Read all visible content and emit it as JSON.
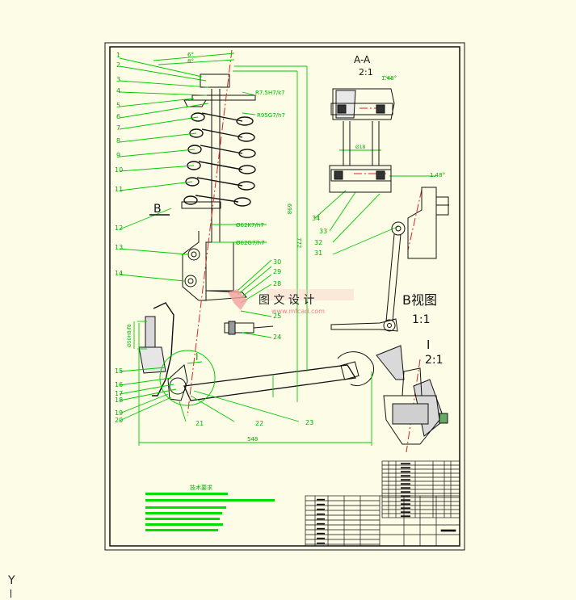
{
  "balloons": [
    "1",
    "2",
    "3",
    "4",
    "5",
    "6",
    "7",
    "8",
    "9",
    "10",
    "11",
    "12",
    "13",
    "14",
    "15",
    "16",
    "17",
    "18",
    "19",
    "20",
    "21",
    "22",
    "23",
    "24",
    "25",
    "28",
    "29",
    "30",
    "31",
    "32",
    "33",
    "34"
  ],
  "dims": {
    "angle6": "6°",
    "angle8": "8°",
    "fit_r75": "R7.5H7/k7",
    "fit_r95": "R95G7/h7",
    "fit_d62k": "Ø62K7/h7",
    "fit_d62g": "Ø62G7/h7",
    "dim_698": "698",
    "dim_772": "772",
    "dim_548": "548",
    "dim_left": "Ø50H8/f8",
    "dim_aa": "Ø18",
    "angle48a": "1.48°",
    "angle48b": "1.48°"
  },
  "views": {
    "aa_title": "A-A",
    "aa_scale": "2:1",
    "b_marker": "B",
    "b_title": "B视图",
    "b_scale": "1:1",
    "i_title": "I",
    "i_scale": "2:1",
    "i_marker": "I"
  },
  "watermark": {
    "text": "图 文 设 计",
    "domain": "www.mfcad.com"
  },
  "notes": {
    "title": "技术要求"
  },
  "ucs": {
    "axis": "Y"
  },
  "colors": {
    "background": "#fdfde7",
    "linework": "#111111",
    "annotation": "#00cc00",
    "section": "#e02020",
    "watermark": "#f4a0a0"
  }
}
